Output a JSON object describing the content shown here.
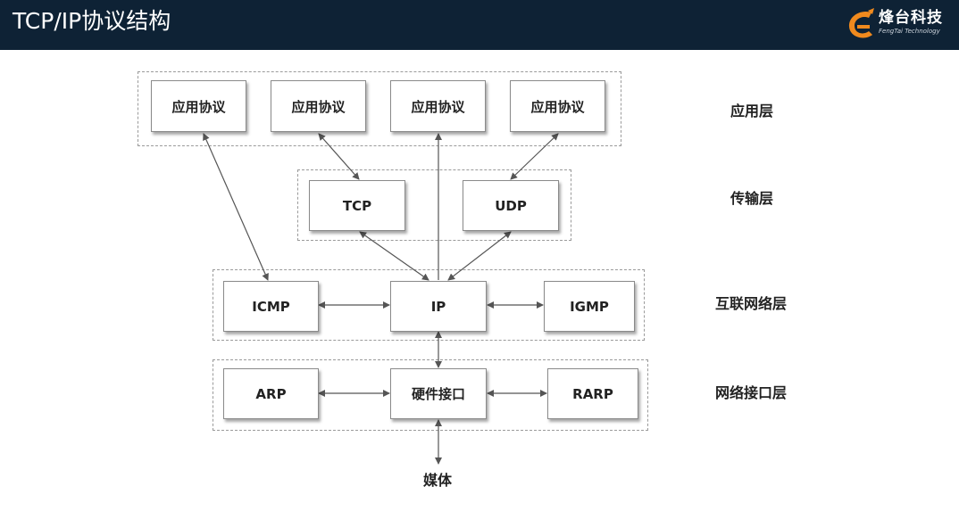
{
  "header": {
    "title": "TCP/IP协议结构",
    "logo_name": "烽台科技",
    "logo_sub": "FengTai Technology",
    "background": "#0e2235",
    "logo_accent": "#f08a1e"
  },
  "diagram": {
    "app_boxes": [
      "应用协议",
      "应用协议",
      "应用协议",
      "应用协议"
    ],
    "transport_boxes": [
      "TCP",
      "UDP"
    ],
    "internet_boxes": [
      "ICMP",
      "IP",
      "IGMP"
    ],
    "link_boxes": [
      "ARP",
      "硬件接口",
      "RARP"
    ],
    "medium": "媒体",
    "layers": [
      "应用层",
      "传输层",
      "互联网络层",
      "网络接口层"
    ]
  }
}
